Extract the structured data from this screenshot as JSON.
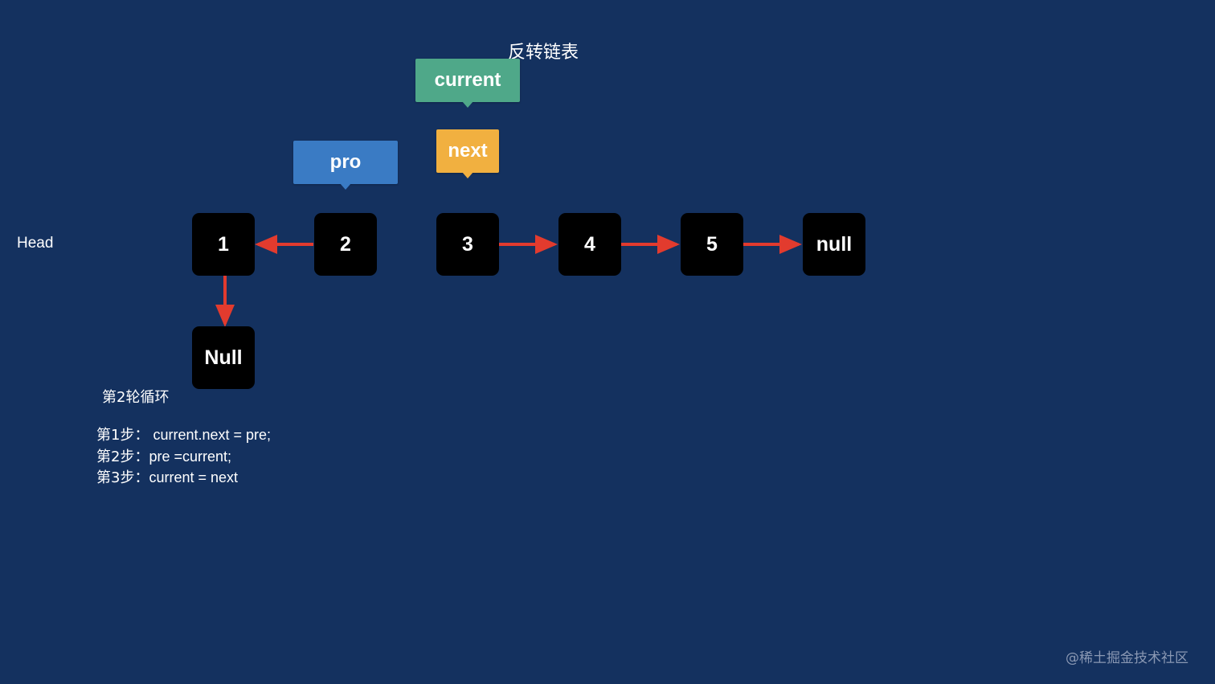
{
  "title": "反转链表",
  "head_label": "Head",
  "pointers": {
    "current": {
      "label": "current",
      "color": "#4fa889"
    },
    "next": {
      "label": "next",
      "color": "#f1b040"
    },
    "pro": {
      "label": "pro",
      "color": "#3a7bc4"
    }
  },
  "nodes": [
    "1",
    "2",
    "3",
    "4",
    "5",
    "null"
  ],
  "null_node": "Null",
  "arrow_color": "#e23b2e",
  "loop_label": "第2轮循环",
  "steps": [
    {
      "prefix": "第1步：",
      "code": "current.next = pre;"
    },
    {
      "prefix": "第2步：",
      "code": "pre =current;"
    },
    {
      "prefix": "第3步：",
      "code": "current = next"
    }
  ],
  "watermark": "@稀土掘金技术社区"
}
